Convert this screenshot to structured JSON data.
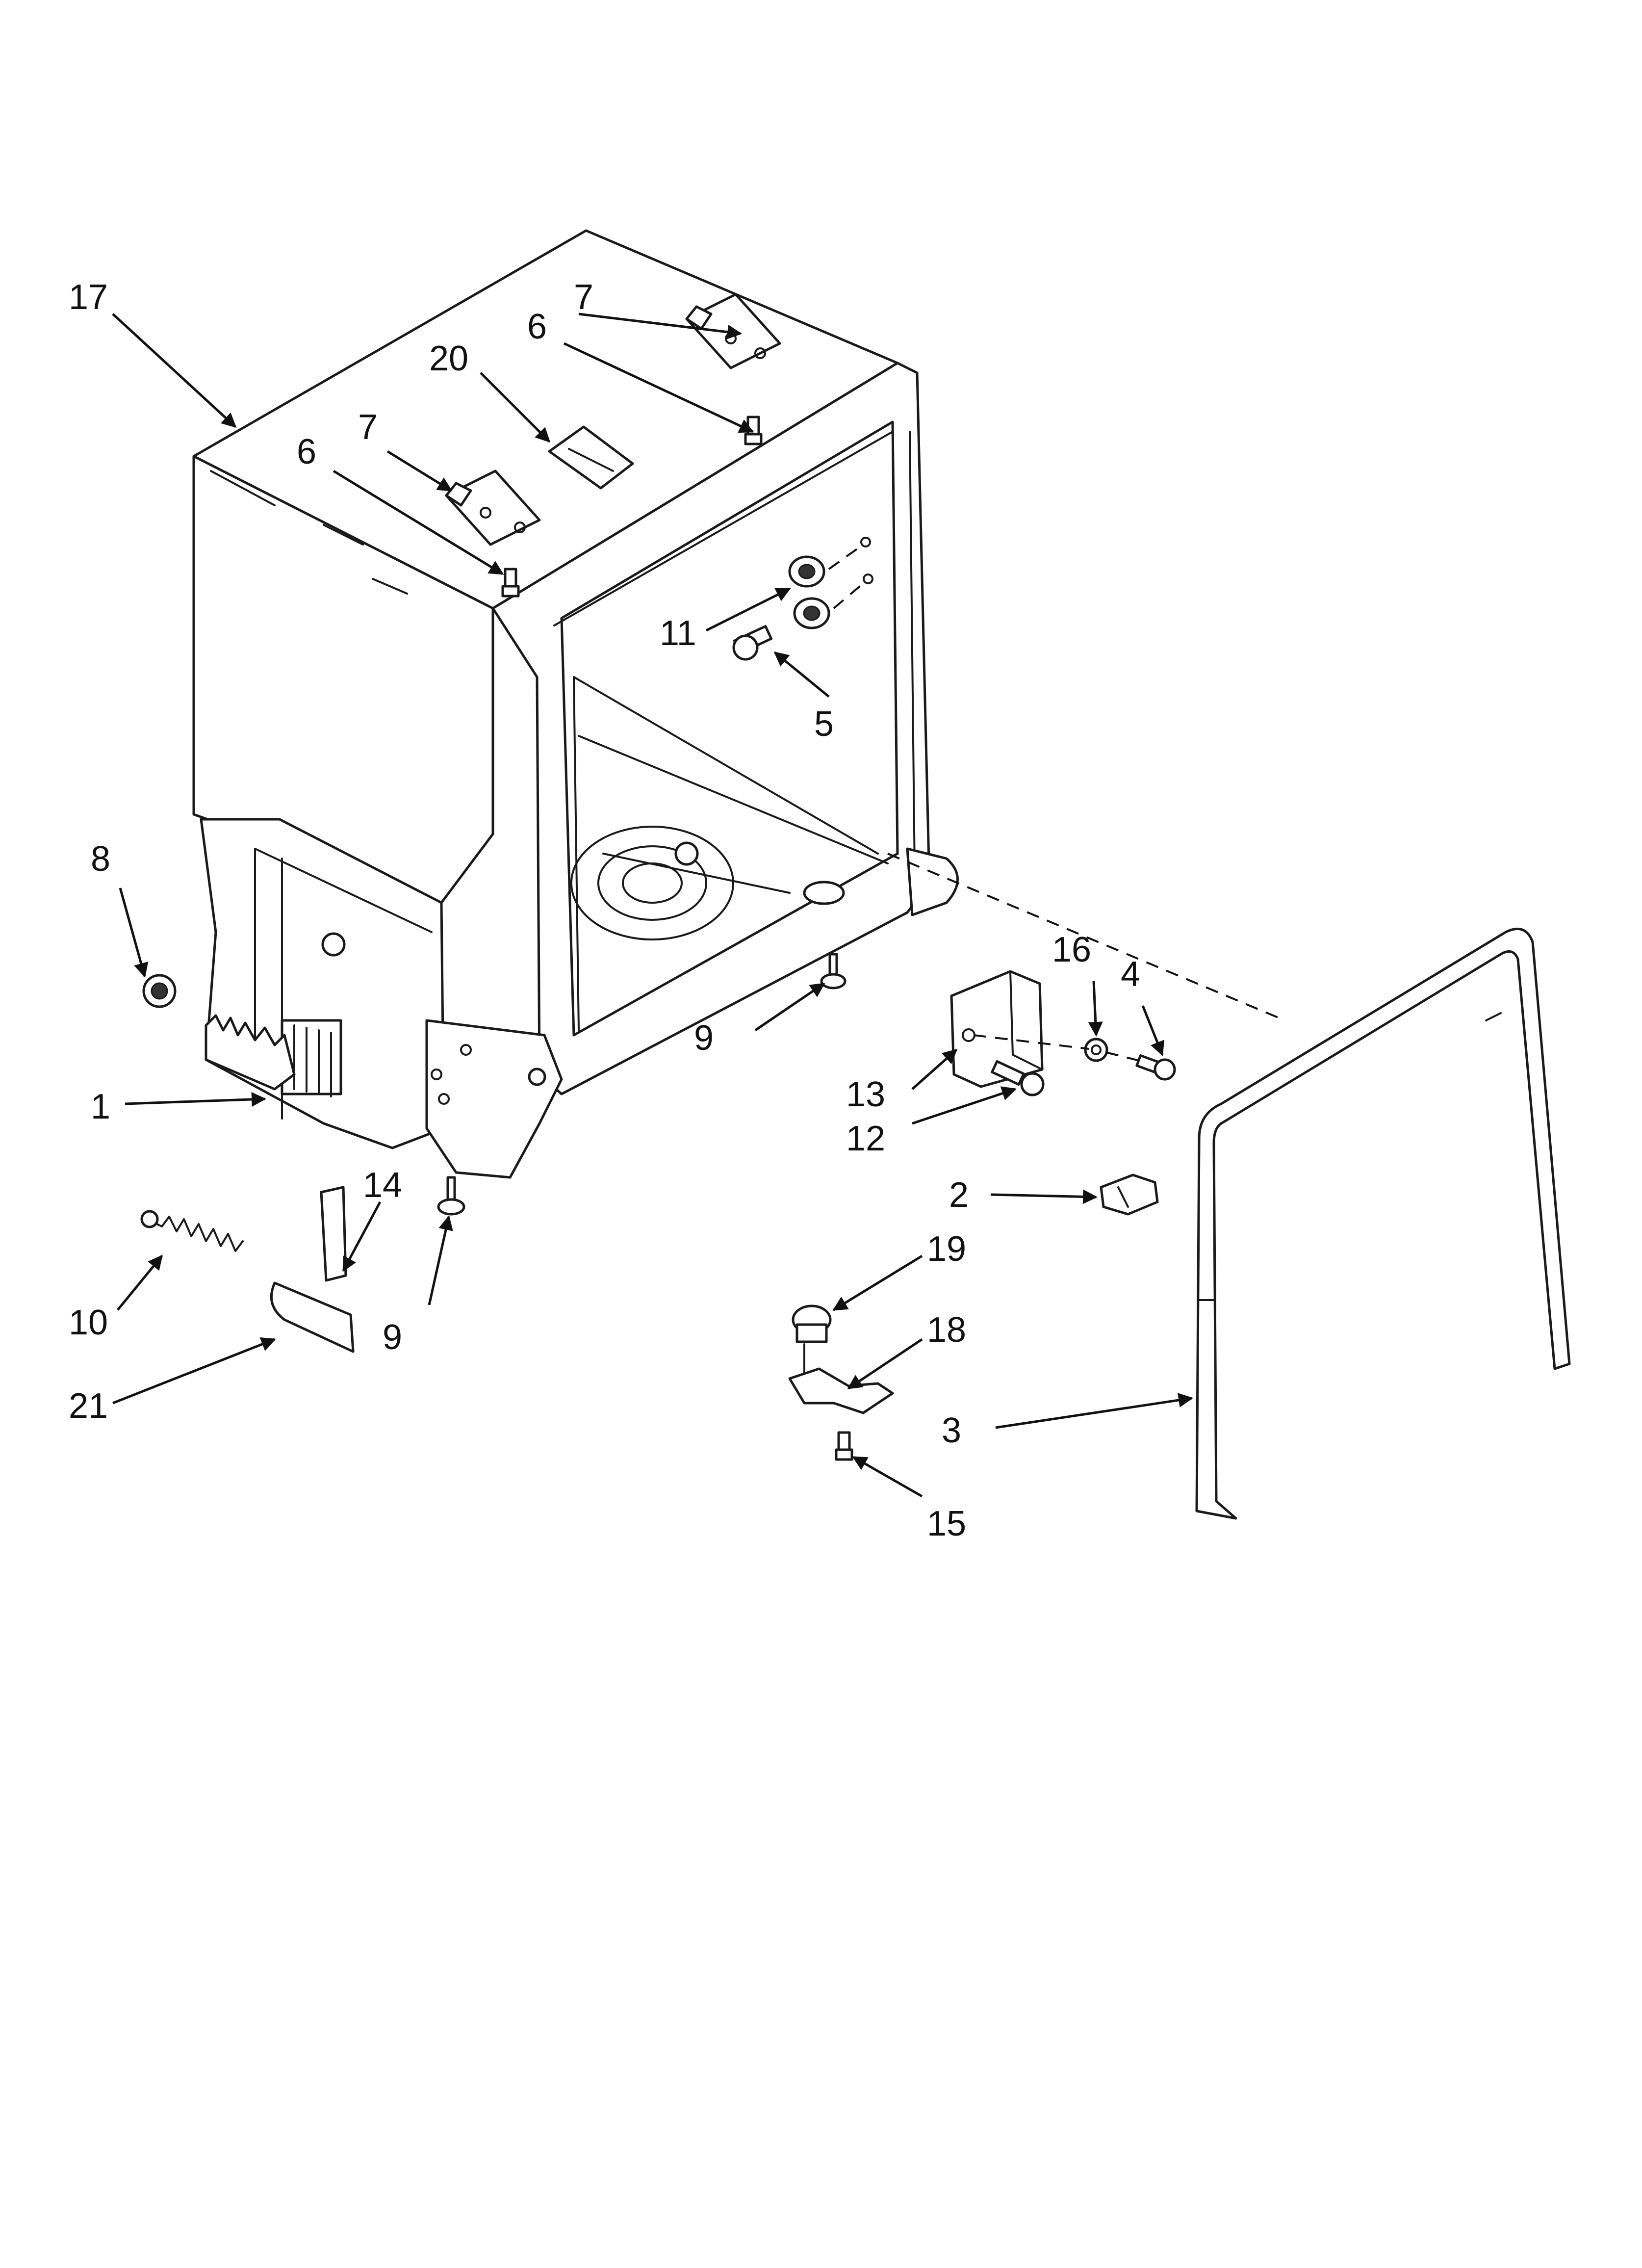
{
  "callouts": {
    "c1": "1",
    "c2": "2",
    "c3": "3",
    "c4": "4",
    "c5": "5",
    "c6a": "6",
    "c6b": "6",
    "c7a": "7",
    "c7b": "7",
    "c8": "8",
    "c9a": "9",
    "c9b": "9",
    "c10": "10",
    "c11": "11",
    "c12": "12",
    "c13": "13",
    "c14": "14",
    "c15": "15",
    "c16": "16",
    "c17": "17",
    "c18": "18",
    "c19": "19",
    "c20": "20",
    "c21": "21"
  }
}
